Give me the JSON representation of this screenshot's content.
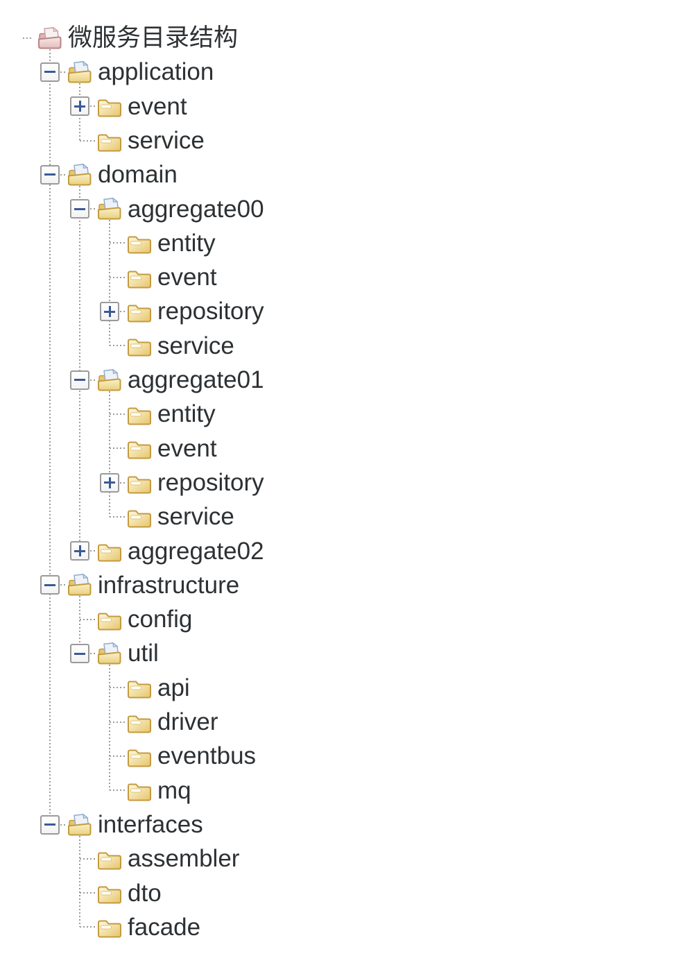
{
  "title": "微服务目录结构",
  "colors": {
    "background": "#ffffff",
    "text": "#2d3134",
    "connector_gray": "#9b9b9b",
    "expander_glyph_blue": "#3a5a96",
    "folder_yellow": "#e7c76d",
    "folder_outline": "#c49a3f",
    "page_blue": "#edf2fa",
    "root_folder_pink": "#e5bcbc",
    "root_folder_outline": "#b98585"
  },
  "tree": {
    "nodes": [
      {
        "label": "微服务目录结构",
        "level": 0,
        "icon": "folder-open-red",
        "state": "expanded-root"
      },
      {
        "label": "application",
        "level": 1,
        "icon": "folder-open",
        "state": "expanded"
      },
      {
        "label": "event",
        "level": 2,
        "icon": "folder-closed",
        "state": "collapsed"
      },
      {
        "label": "service",
        "level": 2,
        "icon": "folder-closed",
        "state": "none"
      },
      {
        "label": "domain",
        "level": 1,
        "icon": "folder-open",
        "state": "expanded"
      },
      {
        "label": "aggregate00",
        "level": 2,
        "icon": "folder-open",
        "state": "expanded"
      },
      {
        "label": "entity",
        "level": 3,
        "icon": "folder-closed",
        "state": "none"
      },
      {
        "label": "event",
        "level": 3,
        "icon": "folder-closed",
        "state": "none"
      },
      {
        "label": "repository",
        "level": 3,
        "icon": "folder-closed",
        "state": "collapsed"
      },
      {
        "label": "service",
        "level": 3,
        "icon": "folder-closed",
        "state": "none"
      },
      {
        "label": "aggregate01",
        "level": 2,
        "icon": "folder-open",
        "state": "expanded"
      },
      {
        "label": "entity",
        "level": 3,
        "icon": "folder-closed",
        "state": "none"
      },
      {
        "label": "event",
        "level": 3,
        "icon": "folder-closed",
        "state": "none"
      },
      {
        "label": "repository",
        "level": 3,
        "icon": "folder-closed",
        "state": "collapsed"
      },
      {
        "label": "service",
        "level": 3,
        "icon": "folder-closed",
        "state": "none"
      },
      {
        "label": "aggregate02",
        "level": 2,
        "icon": "folder-closed",
        "state": "collapsed"
      },
      {
        "label": "infrastructure",
        "level": 1,
        "icon": "folder-open",
        "state": "expanded"
      },
      {
        "label": "config",
        "level": 2,
        "icon": "folder-closed",
        "state": "none"
      },
      {
        "label": "util",
        "level": 2,
        "icon": "folder-open",
        "state": "expanded"
      },
      {
        "label": "api",
        "level": 3,
        "icon": "folder-closed",
        "state": "none"
      },
      {
        "label": "driver",
        "level": 3,
        "icon": "folder-closed",
        "state": "none"
      },
      {
        "label": "eventbus",
        "level": 3,
        "icon": "folder-closed",
        "state": "none"
      },
      {
        "label": "mq",
        "level": 3,
        "icon": "folder-closed",
        "state": "none"
      },
      {
        "label": "interfaces",
        "level": 1,
        "icon": "folder-open",
        "state": "expanded"
      },
      {
        "label": "assembler",
        "level": 2,
        "icon": "folder-closed",
        "state": "none"
      },
      {
        "label": "dto",
        "level": 2,
        "icon": "folder-closed",
        "state": "none"
      },
      {
        "label": "facade",
        "level": 2,
        "icon": "folder-closed",
        "state": "none"
      }
    ]
  }
}
